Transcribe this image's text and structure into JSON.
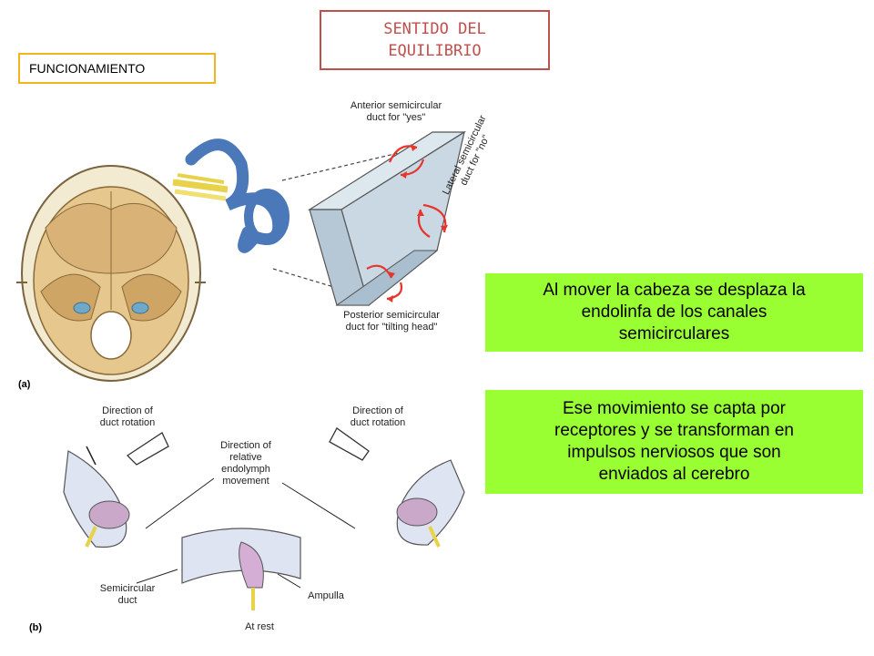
{
  "title": {
    "line1": "SENTIDO DEL",
    "line2": "EQUILIBRIO"
  },
  "section_label": "FUNCIONAMIENTO",
  "figure": {
    "panel_a": {
      "tag": "(a)",
      "anterior_line1": "Anterior semicircular",
      "anterior_line2": "duct for \"yes\"",
      "lateral_line1": "Lateral semicircular",
      "lateral_line2": "duct for \"no\"",
      "posterior_line1": "Posterior semicircular",
      "posterior_line2": "duct for \"tilting head\""
    },
    "panel_b": {
      "tag": "(b)",
      "rotation_left_line1": "Direction of",
      "rotation_left_line2": "duct rotation",
      "rotation_right_line1": "Direction of",
      "rotation_right_line2": "duct rotation",
      "endolymph_line1": "Direction of",
      "endolymph_line2": "relative",
      "endolymph_line3": "endolymph",
      "endolymph_line4": "movement",
      "semicircular_line1": "Semicircular",
      "semicircular_line2": "duct",
      "ampulla": "Ampulla",
      "at_rest": "At rest"
    }
  },
  "notes": {
    "note1": [
      "Al mover la cabeza se desplaza la",
      "endolinfa de los canales",
      "semicirculares"
    ],
    "note2": [
      "Ese movimiento se capta por",
      "receptores y se transforman en",
      "impulsos nerviosos que son",
      "enviados al cerebro"
    ]
  },
  "colors": {
    "title_border": "#c0504d",
    "label_border": "#f2b51f",
    "note_bg": "#99ff33",
    "arrow": "#e8342a",
    "labyrinth": "#4a78b8"
  }
}
